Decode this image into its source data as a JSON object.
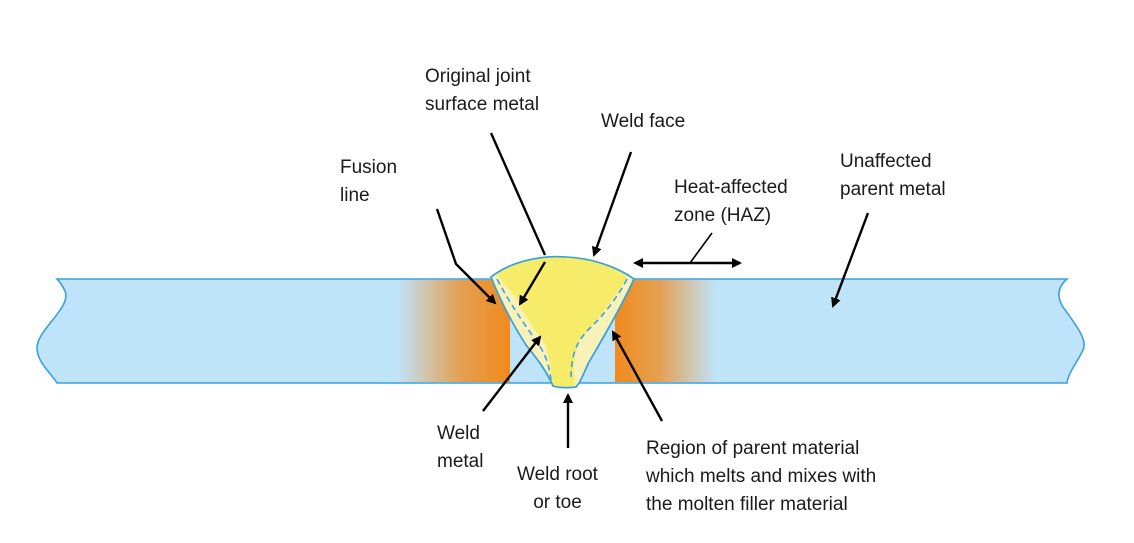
{
  "labels": {
    "original_joint": [
      "Original joint",
      "surface metal"
    ],
    "weld_face": "Weld face",
    "fusion_line": [
      "Fusion",
      "line"
    ],
    "haz": [
      "Heat-affected",
      "zone (HAZ)"
    ],
    "unaffected": [
      "Unaffected",
      "parent metal"
    ],
    "weld_metal": [
      "Weld",
      "metal"
    ],
    "weld_root": [
      "Weld root",
      "or toe"
    ],
    "region": [
      "Region of parent material",
      "which melts and mixes with",
      "the molten filler material"
    ]
  },
  "colors": {
    "plate_fill": "#bfe3f8",
    "plate_stroke": "#3aa0dc",
    "haz": "#f08a1c",
    "weld_metal": "#f7ec6a",
    "melted_region": "#f9f2b8",
    "arrow": "#000000"
  }
}
